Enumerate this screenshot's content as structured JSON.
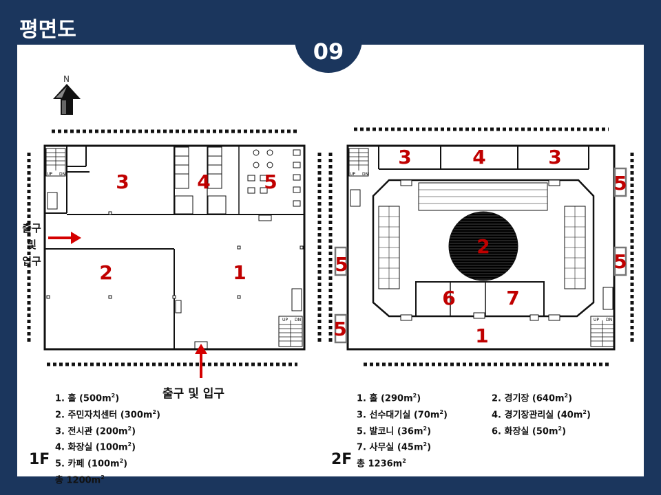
{
  "title": "평면도",
  "page_number": "09",
  "compass": {
    "label": "N"
  },
  "floor1": {
    "tag": "1F",
    "room_numbers": [
      "3",
      "4",
      "5",
      "2",
      "1"
    ],
    "entrance_bottom": "출구 및 입구",
    "entrance_side": [
      "출구",
      "및",
      "입구"
    ],
    "legend": [
      {
        "text": "1. 홀 (500m",
        "sup": "2",
        "close": ")"
      },
      {
        "text": "2. 주민자치센터 (300m",
        "sup": "2",
        "close": ")"
      },
      {
        "text": "3. 전시관 (200m",
        "sup": "2",
        "close": ")"
      },
      {
        "text": "4. 화장실 (100m",
        "sup": "2",
        "close": ")"
      },
      {
        "text": "5. 카페 (100m",
        "sup": "2",
        "close": ")"
      },
      {
        "text": "총 1200m",
        "sup": "2",
        "close": ""
      }
    ],
    "stair_labels": [
      "UP",
      "DN"
    ]
  },
  "floor2": {
    "tag": "2F",
    "room_numbers": [
      "3",
      "4",
      "3",
      "5",
      "5",
      "5",
      "5",
      "2",
      "6",
      "7",
      "1"
    ],
    "legend_left": [
      {
        "text": "1. 홀 (290m",
        "sup": "2",
        "close": ")"
      },
      {
        "text": "3. 선수대기실 (70m",
        "sup": "2",
        "close": ")"
      },
      {
        "text": "5. 발코니 (36m",
        "sup": "2",
        "close": ")"
      },
      {
        "text": "7. 사무실 (45m",
        "sup": "2",
        "close": ")"
      },
      {
        "text": "총 1236m",
        "sup": "2",
        "close": ""
      }
    ],
    "legend_right": [
      {
        "text": "2. 경기장 (640m",
        "sup": "2",
        "close": ")"
      },
      {
        "text": "4. 경기장관리실 (40m",
        "sup": "2",
        "close": ")"
      },
      {
        "text": "6. 화장실 (50m",
        "sup": "2",
        "close": ")"
      }
    ],
    "stair_labels": [
      "UP",
      "DN"
    ]
  },
  "colors": {
    "background": "#1b365d",
    "accent": "#c00000"
  }
}
